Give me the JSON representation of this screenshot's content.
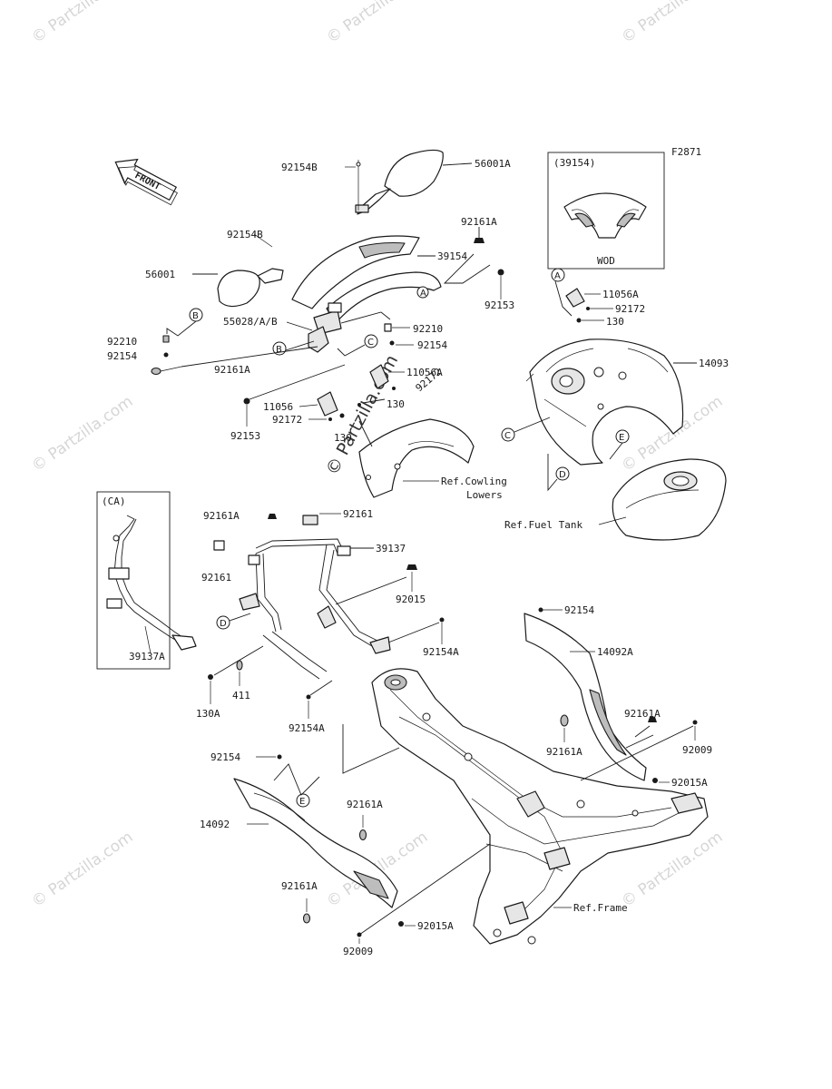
{
  "figure_code": "F2871",
  "watermark_text": "© Partzilla.com",
  "inset_top": {
    "label": "(39154)",
    "caption": "WOD"
  },
  "inset_left": {
    "label": "(CA)"
  },
  "front_arrow": "FRONT",
  "callouts": {
    "A": "A",
    "B": "B",
    "C": "C",
    "D": "D",
    "E": "E"
  },
  "parts": {
    "p92154B_top": "92154B",
    "p56001A": "56001A",
    "p92154B_mid": "92154B",
    "p39154": "39154",
    "p56001": "56001",
    "p92161A_top": "92161A",
    "p92153_right": "92153",
    "p55028": "55028/A/B",
    "p92210_r": "92210",
    "p92154_r": "92154",
    "p92210_l": "92210",
    "p92154_l": "92154",
    "p92161A_l": "92161A",
    "p11056_a": "11056A",
    "p92172_a": "92172",
    "p130_a": "130",
    "p14093": "14093",
    "p11056A_m": "11056A",
    "p92172_m": "92172",
    "p11056_m": "11056",
    "p92172_m2": "92172",
    "p130_m": "130",
    "p130_m2": "130",
    "p92153_left": "92153",
    "ref_cowling_1": "Ref.Cowling",
    "ref_cowling_2": "Lowers",
    "ref_fuel": "Ref.Fuel Tank",
    "p92161A_br": "92161A",
    "p92161_br": "92161",
    "p39137": "39137",
    "p92161_l": "92161",
    "p92015": "92015",
    "p39137A": "39137A",
    "p92154A_r": "92154A",
    "p130A": "130A",
    "p411": "411",
    "p92154A_l": "92154A",
    "p92154_rt": "92154",
    "p14092A": "14092A",
    "p92161A_rr": "92161A",
    "p92161A_rl": "92161A",
    "p92009_r": "92009",
    "p92015A_r": "92015A",
    "p92154_bl": "92154",
    "p14092": "14092",
    "p92161A_bl": "92161A",
    "p92161A_bl2": "92161A",
    "p92009_b": "92009",
    "p92015A_b": "92015A",
    "ref_frame": "Ref.Frame"
  }
}
